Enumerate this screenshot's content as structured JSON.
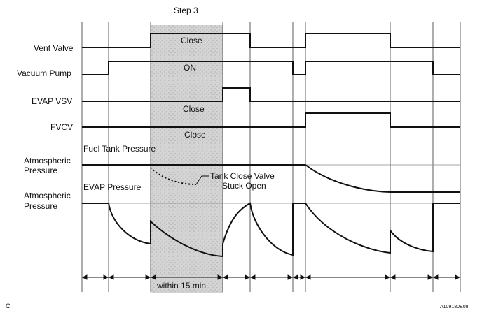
{
  "header": {
    "step_label": "Step 3"
  },
  "rows": {
    "vent_valve": {
      "label": "Vent Valve",
      "state_text": "Close"
    },
    "vacuum_pump": {
      "label": "Vacuum Pump",
      "state_text": "ON"
    },
    "evap_vsv": {
      "label": "EVAP VSV",
      "state_text": "Close"
    },
    "fvcv": {
      "label": "FVCV",
      "state_text": "Close"
    },
    "fuel_tank_pressure": {
      "label": "Fuel Tank Pressure",
      "ref_label_1": "Atmospheric",
      "ref_label_2": "Pressure"
    },
    "evap_pressure": {
      "label": "EVAP Pressure",
      "ref_label_1": "Atmospheric",
      "ref_label_2": "Pressure"
    }
  },
  "annotation": {
    "line1": "Tank Close Valve",
    "line2": "Stuck Open"
  },
  "timing": {
    "label": "within 15 min."
  },
  "footer": {
    "left_mark": "C",
    "figure_id": "A109180E08"
  }
}
